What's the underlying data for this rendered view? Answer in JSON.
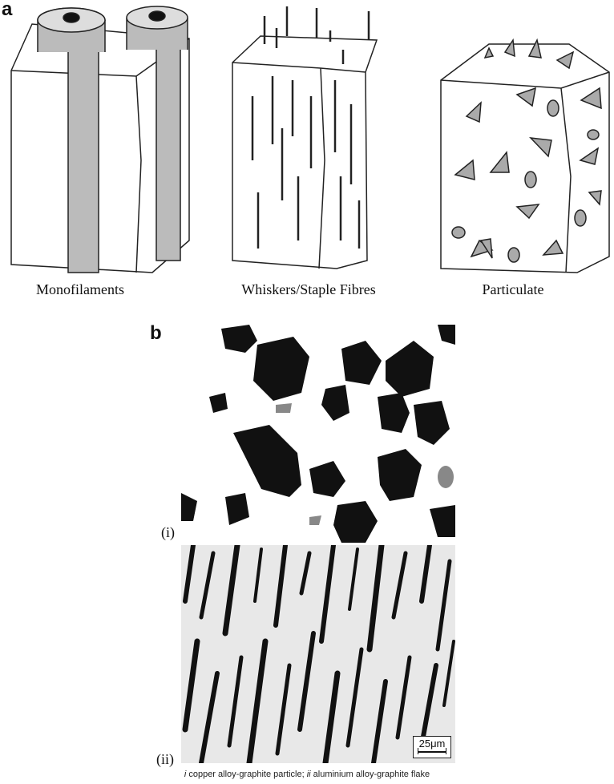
{
  "panel_a": {
    "letter": "a",
    "captions": [
      "Monofilaments",
      "Whiskers/Staple Fibres",
      "Particulate"
    ]
  },
  "panel_b": {
    "letter": "b",
    "sub_labels": [
      "(i)",
      "(ii)"
    ],
    "scale_bar": "25μm"
  },
  "footnote": {
    "i_marker": "i",
    "i_text": " copper alloy-graphite particle;  ",
    "ii_marker": "ii",
    "ii_text": " aluminium alloy-graphite flake"
  }
}
